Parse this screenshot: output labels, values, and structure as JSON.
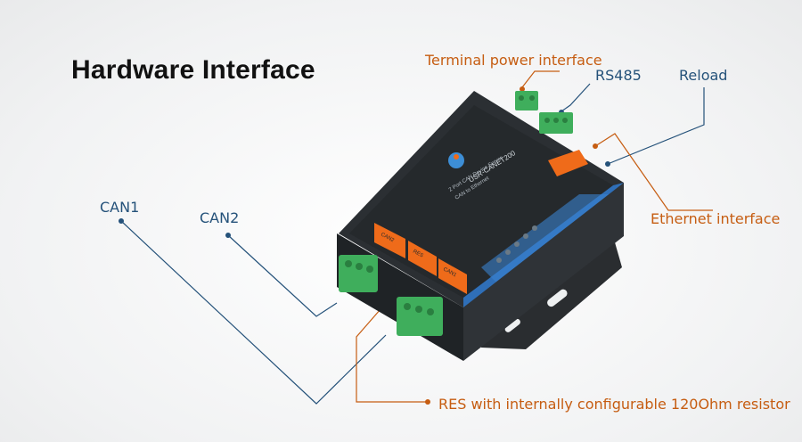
{
  "title": "Hardware Interface",
  "labels": {
    "terminal_power": "Terminal power interface",
    "rs485": "RS485",
    "reload": "Reload",
    "ethernet": "Ethernet interface",
    "can1": "CAN1",
    "can2": "CAN2",
    "res": "RES with internally configurable 120Ohm resistor"
  },
  "device": {
    "model": "USR-CANET200",
    "subtitle1": "2 Port CAN Device Server",
    "subtitle2": "CAN to Ethernet",
    "port_can2": "CAN2",
    "port_res": "RES",
    "port_can1": "CAN1"
  },
  "colors": {
    "blue_label": "#25527a",
    "orange_label": "#c65d12",
    "device_body": "#2b2f33",
    "device_accent": "#ef6b1a",
    "device_blue": "#2f6fb8",
    "terminal_green": "#3fae5c"
  }
}
